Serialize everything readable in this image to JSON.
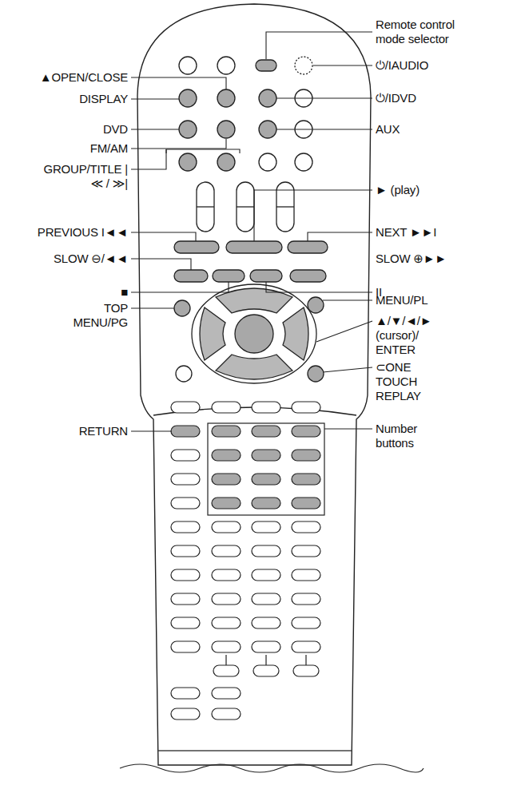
{
  "diagram": {
    "labels": [
      "Remote control mode selector",
      "▲OPEN/CLOSE",
      "⏻/IAUDIO",
      "DISPLAY",
      "⏻/IDVD",
      "DVD",
      "AUX",
      "FM/AM",
      "GROUP/TITLE |≪ / ≫|",
      "► (play)",
      "PREVIOUS I◄◄",
      "NEXT ►►I",
      "SLOW ⊖/◄◄",
      "SLOW ⊕►►",
      "■",
      "II",
      "TOP MENU/PG",
      "MENU/PL",
      "▲/▼/◄/► (cursor)/ ENTER",
      "⊂ONE TOUCH REPLAY",
      "RETURN",
      "Number buttons"
    ]
  }
}
